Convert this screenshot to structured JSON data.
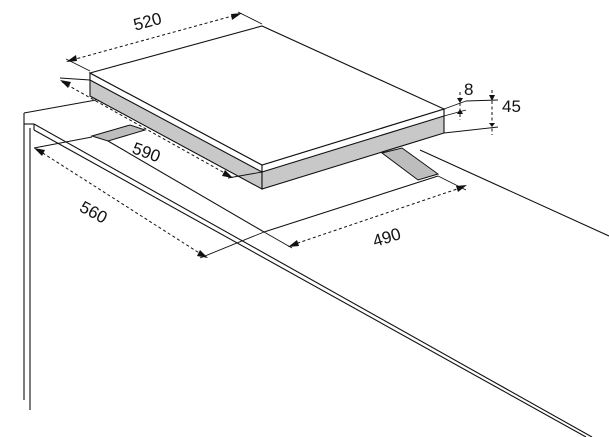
{
  "dimensions": {
    "hob_width": "520",
    "hob_depth": "590",
    "hob_thickness": "8",
    "install_height": "45",
    "cutout_width": "560",
    "cutout_depth": "490"
  },
  "colors": {
    "line": "#111111",
    "hob_top": "#ffffff",
    "hob_frame": "#c8c8c8",
    "cutout": "#bdbdbd",
    "background": "#ffffff"
  }
}
